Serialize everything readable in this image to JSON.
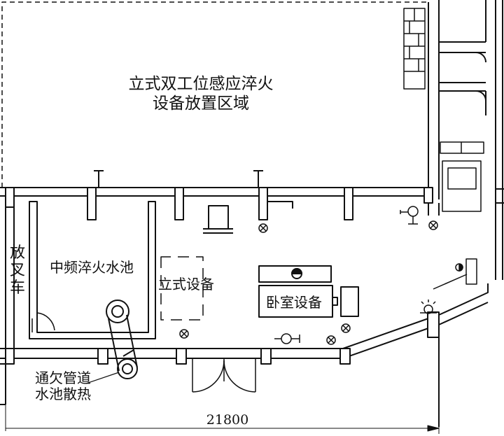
{
  "labels": {
    "vertical_zone_line1": "立式双工位感应淬火",
    "vertical_zone_line2": "设备放置区域",
    "forklift_1": "放",
    "forklift_2": "叉",
    "forklift_3": "车",
    "pool": "中频淬火水池",
    "vertical_equipment": "立式设备",
    "horizontal_equipment": "卧室设备",
    "pipe_line1": "通欠管道",
    "pipe_line2": "水池散热",
    "dimension": "21800"
  },
  "colors": {
    "line": "#111111",
    "background": "#ffffff"
  }
}
